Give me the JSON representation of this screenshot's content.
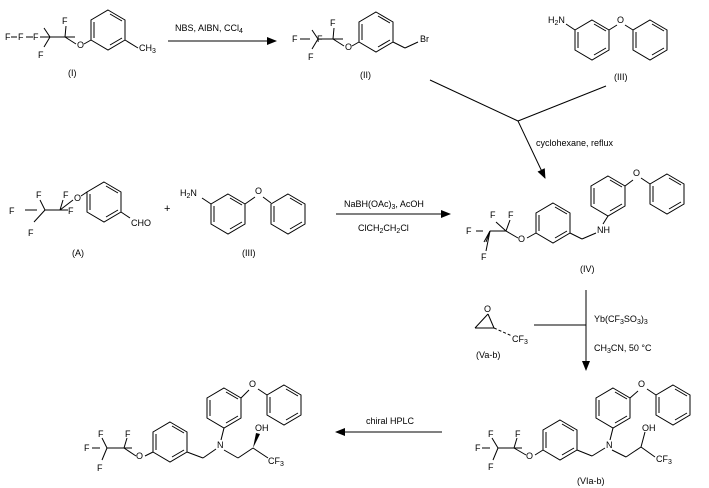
{
  "atoms": {
    "F": "F",
    "O": "O",
    "N": "N",
    "NH": "NH",
    "H2N": "H",
    "two": "2",
    "CH3": "CH",
    "three": "3",
    "Br": "Br",
    "CHO": "CHO",
    "CF3": "CF",
    "OH": "OH"
  },
  "compounds": {
    "I": "(I)",
    "II": "(II)",
    "III_top": "(III)",
    "III_mid": "(III)",
    "A": "(A)",
    "IV": "(IV)",
    "Va_b": "(Va-b)",
    "VIa_b": "(VIa-b)"
  },
  "plus": "+",
  "conditions": {
    "step1": "NBS, AIBN, CCl",
    "step1_sub": "4",
    "step2": "cyclohexane, reflux",
    "step3_line1_a": "NaBH(OAc)",
    "step3_line1_sub": "3",
    "step3_line1_b": ", AcOH",
    "step3_line2": "ClCH",
    "step3_line2_sub1": "2",
    "step3_line2_mid": "CH",
    "step3_line2_sub2": "2",
    "step3_line2_end": "Cl",
    "step4_line1_a": "Yb(CF",
    "step4_line1_sub1": "3",
    "step4_line1_b": "SO",
    "step4_line1_sub2": "3",
    "step4_line1_c": ")",
    "step4_line1_sub3": "3",
    "step4_line2_a": "CH",
    "step4_line2_sub": "3",
    "step4_line2_b": "CN, 50 °C",
    "step5": "chiral HPLC"
  }
}
